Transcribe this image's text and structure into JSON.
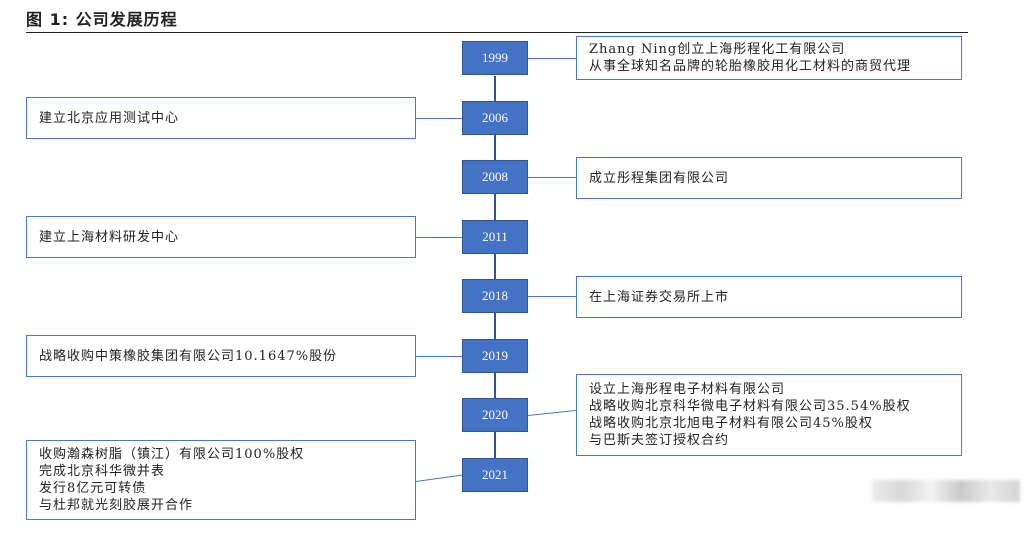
{
  "title": "图 1:  公司发展历程",
  "years": [
    "1999",
    "2006",
    "2008",
    "2011",
    "2018",
    "2019",
    "2020",
    "2021"
  ],
  "events": [
    {
      "year": "1999",
      "side": "right",
      "lines": [
        "Zhang Ning创立上海彤程化工有限公司",
        "从事全球知名品牌的轮胎橡胶用化工材料的商贸代理"
      ]
    },
    {
      "year": "2006",
      "side": "left",
      "lines": [
        "建立北京应用测试中心"
      ]
    },
    {
      "year": "2008",
      "side": "right",
      "lines": [
        "成立彤程集团有限公司"
      ]
    },
    {
      "year": "2011",
      "side": "left",
      "lines": [
        "建立上海材料研发中心"
      ]
    },
    {
      "year": "2018",
      "side": "right",
      "lines": [
        "在上海证券交易所上市"
      ]
    },
    {
      "year": "2019",
      "side": "left",
      "lines": [
        "战略收购中策橡胶集团有限公司10.1647%股份"
      ]
    },
    {
      "year": "2020",
      "side": "right",
      "lines": [
        "设立上海彤程电子材料有限公司",
        "战略收购北京科华微电子材料有限公司35.54%股权",
        "战略收购北京北旭电子材料有限公司45%股权",
        "与巴斯夫签订授权合约"
      ]
    },
    {
      "year": "2021",
      "side": "left",
      "lines": [
        "收购瀚森树脂（镇江）有限公司100%股权",
        "完成北京科华微并表",
        "发行8亿元可转债",
        "与杜邦就光刻胶展开合作"
      ]
    }
  ],
  "colors": {
    "year_fill": "#4472c4",
    "year_border": "#2f5597",
    "box_border": "#4a78c2"
  }
}
